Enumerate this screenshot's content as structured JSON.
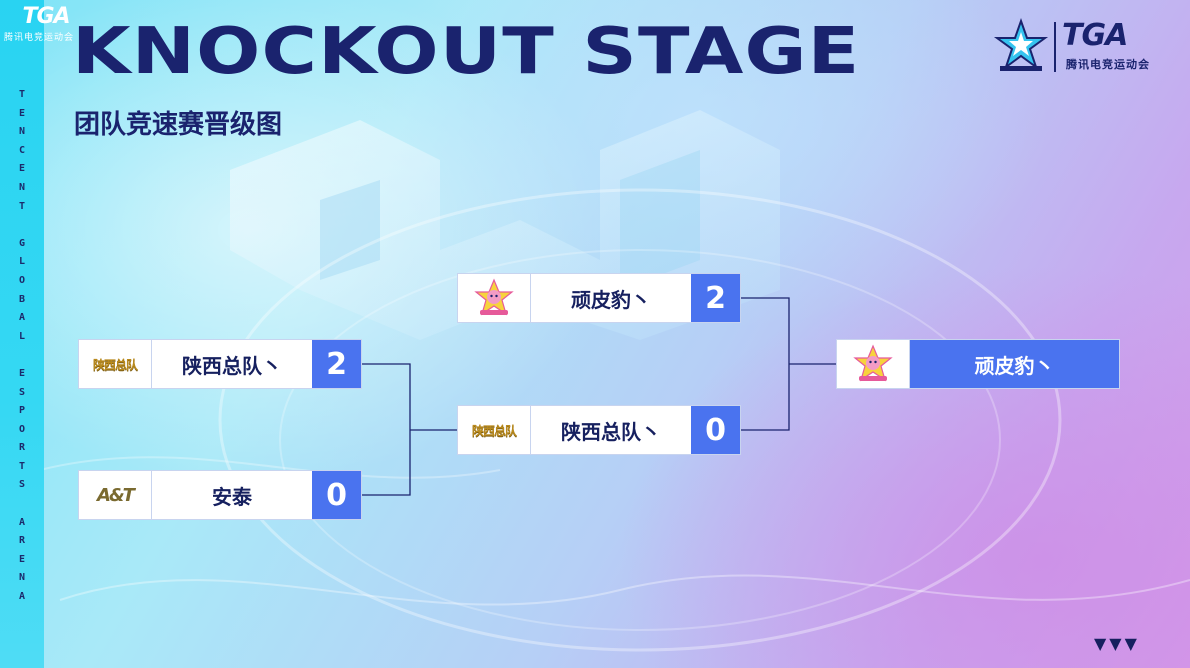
{
  "side": {
    "logo": "TGA",
    "logo_sub": "腾讯电竞运动会",
    "vertical_letters": [
      "T",
      "E",
      "N",
      "C",
      "E",
      "N",
      "T",
      " ",
      "G",
      "L",
      "O",
      "B",
      "A",
      "L",
      " ",
      "E",
      "S",
      "P",
      "O",
      "R",
      "T",
      "S",
      " ",
      "A",
      "R",
      "E",
      "N",
      "A"
    ]
  },
  "header": {
    "title": "KNOCKOUT STAGE",
    "subtitle": "团队竞速赛晋级图"
  },
  "top_right": {
    "tga": "TGA",
    "tga_sub": "腾讯电竞运动会"
  },
  "bracket": {
    "round1": [
      {
        "name": "陕西总队丶",
        "score": "2",
        "logo_text": "陕西总队",
        "logo": "shaanxi-logo"
      },
      {
        "name": "安泰",
        "score": "0",
        "logo_text": "A&T",
        "logo": "antai-logo"
      }
    ],
    "round2": [
      {
        "name": "顽皮豹丶",
        "score": "2",
        "logo": "wanpibao-logo"
      },
      {
        "name": "陕西总队丶",
        "score": "0",
        "logo_text": "陕西总队",
        "logo": "shaanxi-logo"
      }
    ],
    "champion": {
      "name": "顽皮豹丶",
      "logo": "wanpibao-logo"
    }
  },
  "footer": {
    "arrows": "▼▼▼"
  },
  "colors": {
    "accent": "#4a73ef",
    "navy": "#1a236e",
    "side_bar": "#29d3f2"
  }
}
